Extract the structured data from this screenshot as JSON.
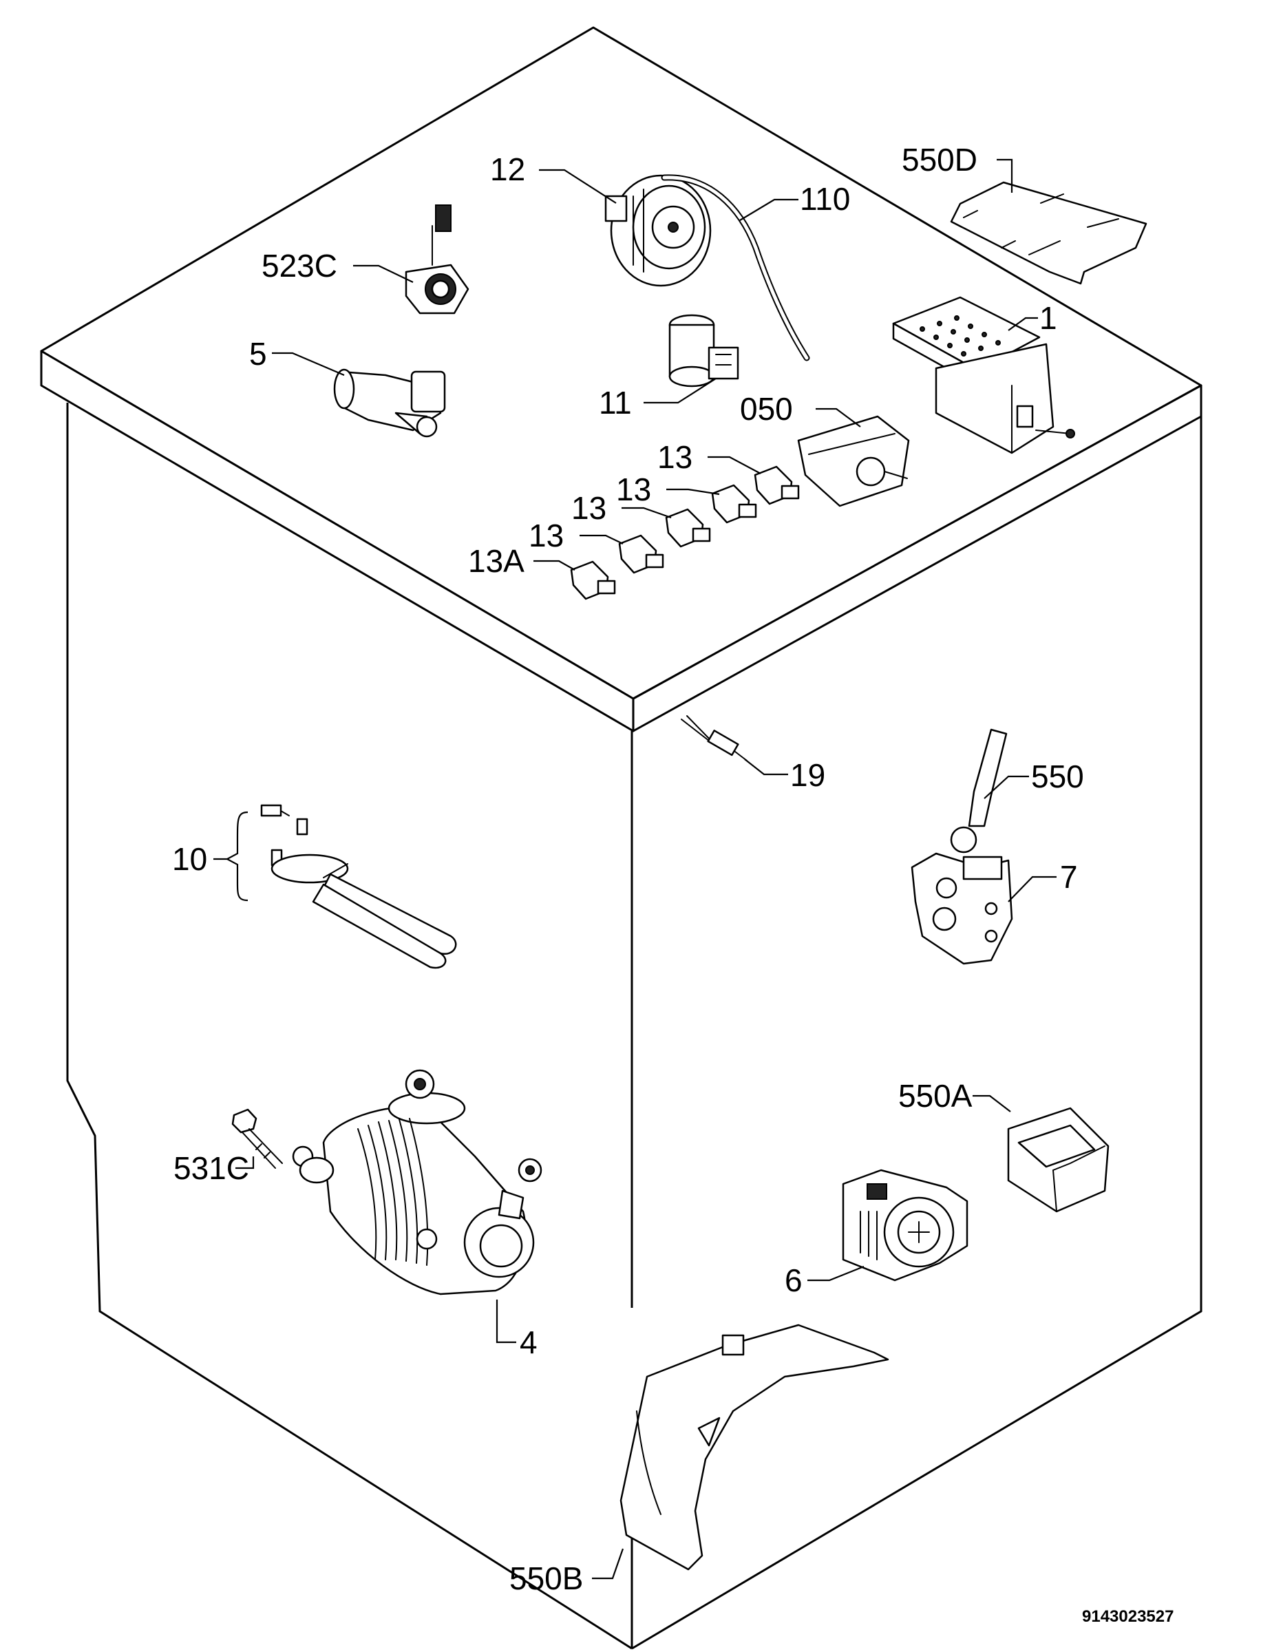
{
  "labels": {
    "p550d": "550D",
    "p12": "12",
    "p110": "110",
    "p523c": "523C",
    "p1": "1",
    "p5": "5",
    "p11": "11",
    "p050": "050",
    "p13_a": "13",
    "p13_b": "13",
    "p13_c": "13",
    "p13_d": "13",
    "p13a": "13A",
    "p19": "19",
    "p550": "550",
    "p10": "10",
    "p7": "7",
    "p550a": "550A",
    "p531c": "531C",
    "p6": "6",
    "p4": "4",
    "p550b": "550B"
  },
  "drawing_number": "9143023527"
}
